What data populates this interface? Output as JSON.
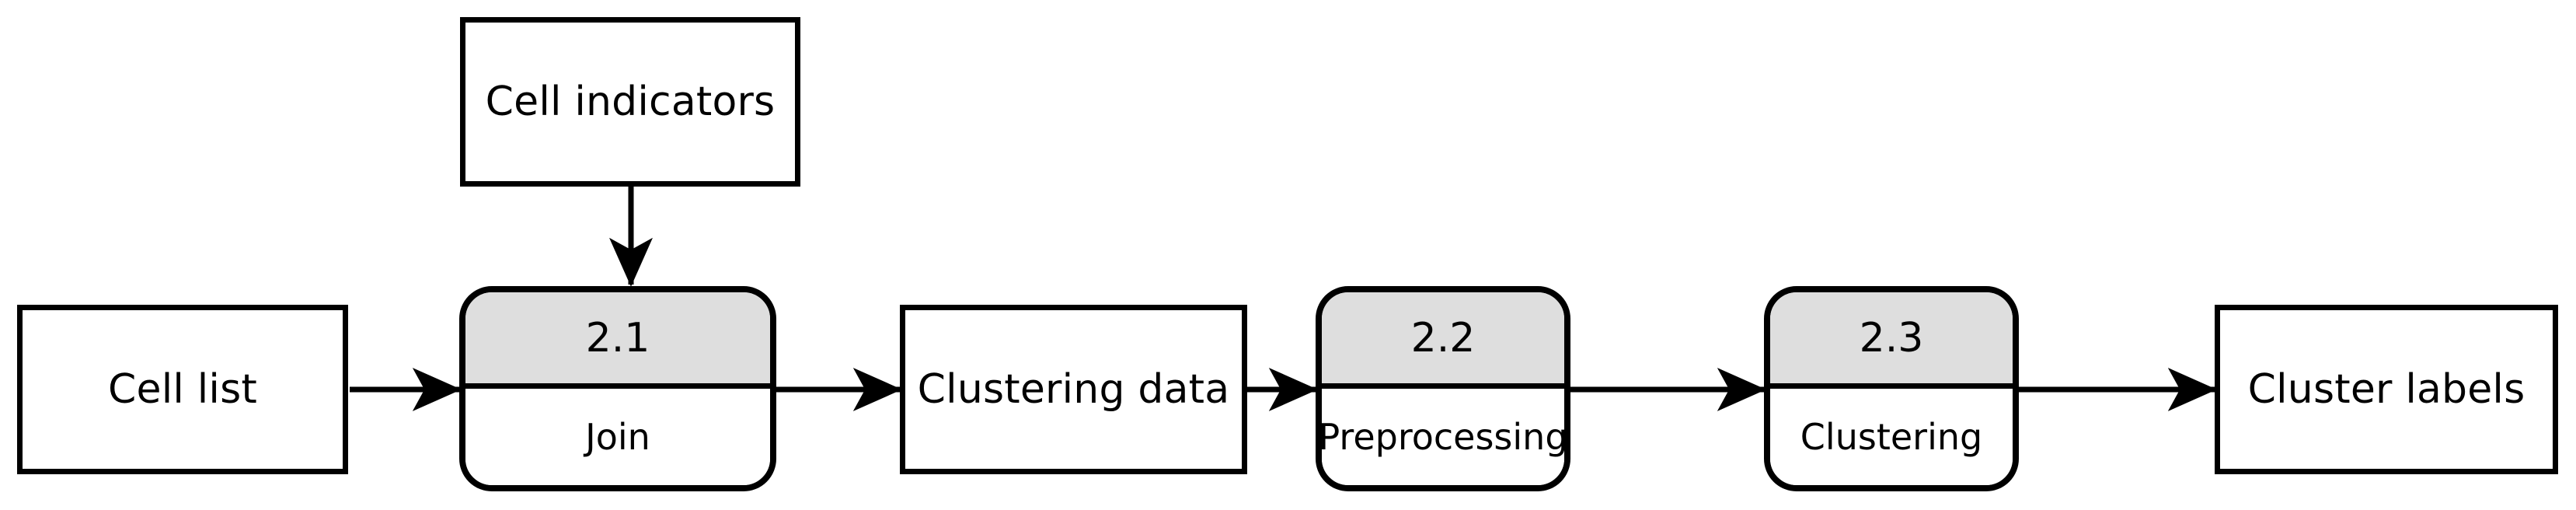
{
  "diagram": {
    "title": "Clustering pipeline data flow diagram",
    "type": "data-flow-diagram",
    "colors": {
      "background": "#ffffff",
      "stroke": "#000000",
      "process_header_fill": "#dedede",
      "store_fill": "#ffffff"
    },
    "nodes": [
      {
        "id": "cell-indicators",
        "kind": "data-store",
        "label": "Cell indicators"
      },
      {
        "id": "cell-list",
        "kind": "data-store",
        "label": "Cell list"
      },
      {
        "id": "process-2-1",
        "kind": "process",
        "number": "2.1",
        "label": "Join"
      },
      {
        "id": "clustering-data",
        "kind": "data-store",
        "label": "Clustering data"
      },
      {
        "id": "process-2-2",
        "kind": "process",
        "number": "2.2",
        "label": "Preprocessing"
      },
      {
        "id": "process-2-3",
        "kind": "process",
        "number": "2.3",
        "label": "Clustering"
      },
      {
        "id": "cluster-labels",
        "kind": "data-store",
        "label": "Cluster labels"
      }
    ],
    "edges": [
      {
        "id": "edge-cell-indicators-to-join",
        "from": "cell-indicators",
        "to": "process-2-1",
        "direction": "down",
        "label": ""
      },
      {
        "id": "edge-cell-list-to-join",
        "from": "cell-list",
        "to": "process-2-1",
        "direction": "right",
        "label": ""
      },
      {
        "id": "edge-join-to-clustering-data",
        "from": "process-2-1",
        "to": "clustering-data",
        "direction": "right",
        "label": ""
      },
      {
        "id": "edge-clustering-data-to-preprocessing",
        "from": "clustering-data",
        "to": "process-2-2",
        "direction": "right",
        "label": ""
      },
      {
        "id": "edge-preprocessing-to-clustering",
        "from": "process-2-2",
        "to": "process-2-3",
        "direction": "right",
        "label": ""
      },
      {
        "id": "edge-clustering-to-cluster-labels",
        "from": "process-2-3",
        "to": "cluster-labels",
        "direction": "right",
        "label": ""
      }
    ]
  }
}
